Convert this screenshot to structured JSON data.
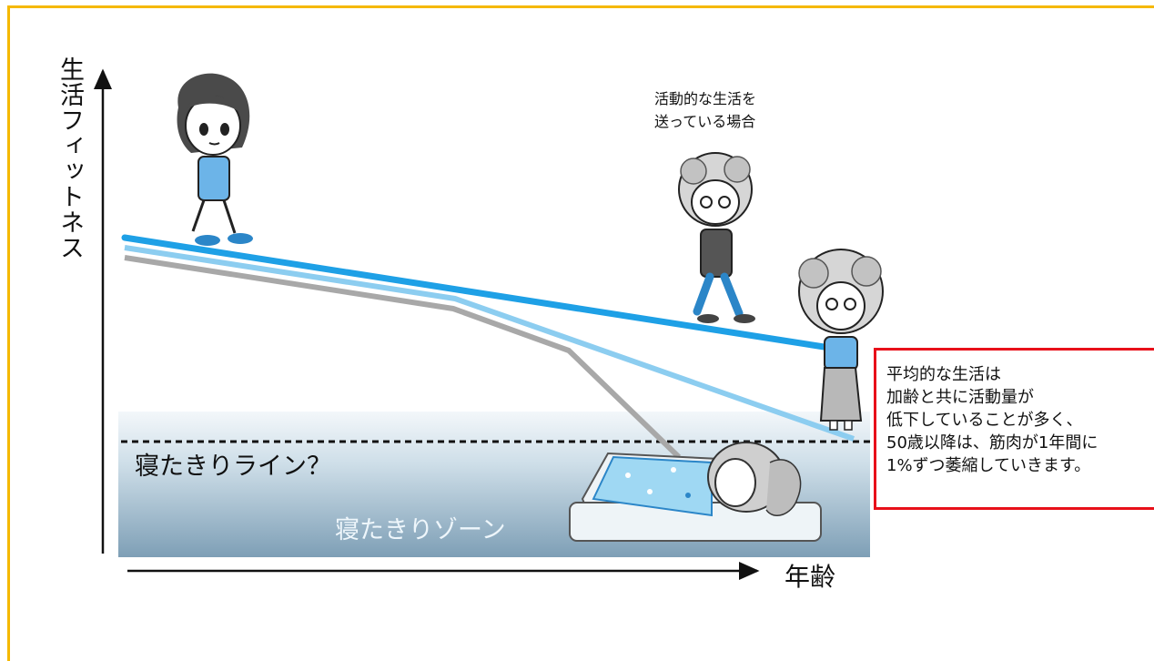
{
  "y_axis_label": "生活フィットネス",
  "x_axis_label": "年齢",
  "bedridden_line_label": "寝たきりライン？",
  "bedridden_zone_label": "寝たきりゾーン",
  "active_note": {
    "line1": "活動的な生活を",
    "line2": "送っている場合"
  },
  "average_note": {
    "line1": "平均的な生活は",
    "line2": "加齢と共に活動量が",
    "line3": "低下していることが多く、",
    "line4": "50歳以降は、筋肉が1年間に",
    "line5": "1%ずつ萎縮していきます。"
  },
  "colors": {
    "frame": "#f5b800",
    "active_line": "#1ea0e6",
    "average_line": "#8ccdf0",
    "declining_line": "#a8a8a8",
    "note_border": "#e8101a",
    "zone_top": "#e9f1f5",
    "zone_bottom": "#7e9fb6"
  }
}
